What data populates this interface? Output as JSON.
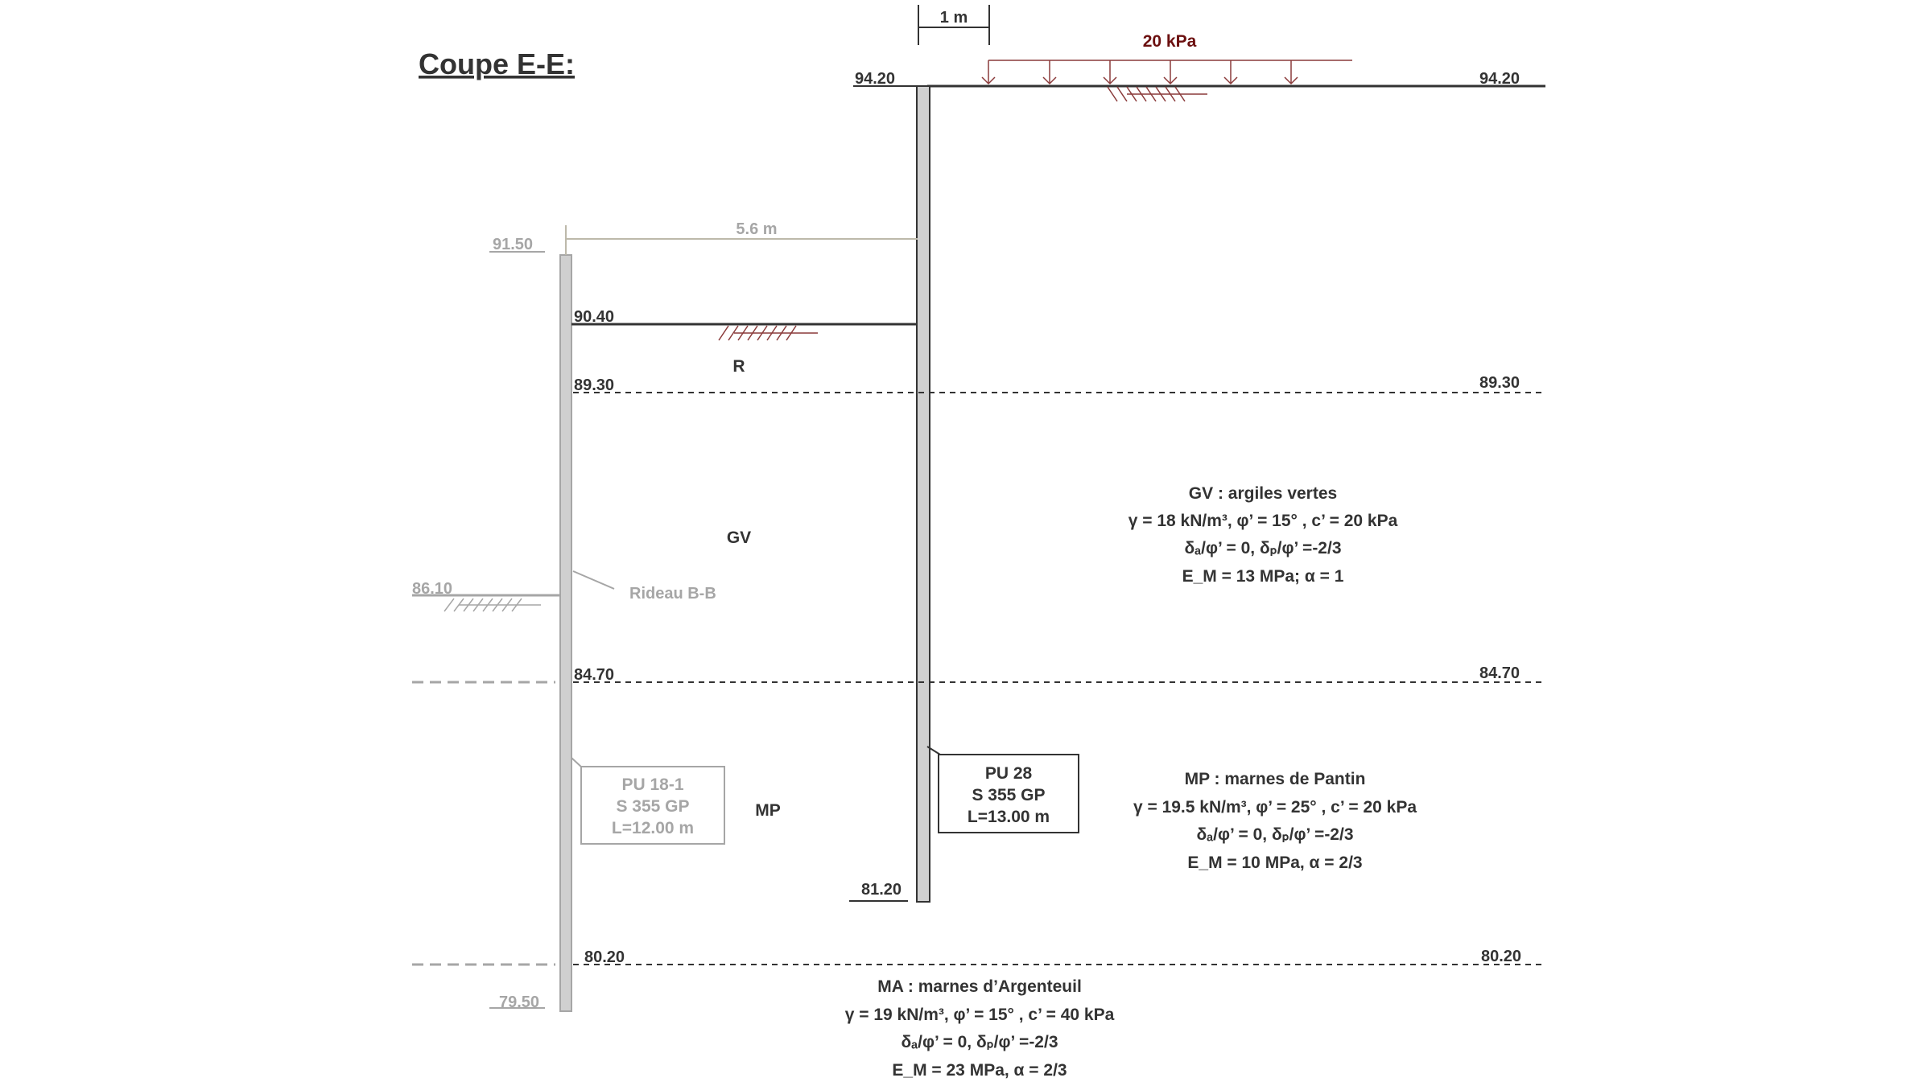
{
  "title": "Coupe E-E:",
  "scale_bar": {
    "label": "1 m"
  },
  "load": {
    "label": "20 kPa"
  },
  "distance": {
    "label": "5.6 m"
  },
  "levels": {
    "top_left": "94.20",
    "top_right": "94.20",
    "wall_bb_top": "91.50",
    "excavation": "90.40",
    "r_gv_left": "89.30",
    "r_gv_right": "89.30",
    "bb_ground": "86.10",
    "gv_mp_left": "84.70",
    "gv_mp_right": "84.70",
    "wall_toe": "81.20",
    "mp_ma_left": "80.20",
    "mp_ma_right": "80.20",
    "wall_bb_toe": "79.50"
  },
  "soil_labels": {
    "r": "R",
    "gv": "GV",
    "mp": "MP"
  },
  "wall_bb": {
    "label": "Rideau B-B",
    "box_line1": "PU 18-1",
    "box_line2": "S 355 GP",
    "box_line3": "L=12.00 m"
  },
  "wall_ee": {
    "box_line1": "PU 28",
    "box_line2": "S 355 GP",
    "box_line3": "L=13.00 m"
  },
  "gv_props": {
    "name": "GV : argiles vertes",
    "line1": "γ  = 18 kN/m³,  φ’ = 15°  , c’ = 20 kPa",
    "line2": "δₐ/φ’ = 0,  δₚ/φ’ =-2/3",
    "line3": "E_M = 13 MPa; α = 1"
  },
  "mp_props": {
    "name": "MP : marnes de Pantin",
    "line1": "γ  = 19.5 kN/m³,  φ’ = 25°  , c’ = 20 kPa",
    "line2": "δₐ/φ’ = 0,  δₚ/φ’ =-2/3",
    "line3": "E_M = 10 MPa, α = 2/3"
  },
  "ma_props": {
    "name": "MA : marnes d’Argenteuil",
    "line1": "γ   = 19 kN/m³,  φ’ = 15°  , c’ = 40 kPa",
    "line2": "δₐ/φ’ = 0,  δₚ/φ’ =-2/3",
    "line3": "E_M = 23  MPa, α = 2/3"
  },
  "colors": {
    "line_dark": "#333333",
    "line_grey": "#a6a6a6",
    "wall_fill": "#d0d0d0",
    "load": "#8a3a3a",
    "load_text": "#6b0f0f"
  }
}
